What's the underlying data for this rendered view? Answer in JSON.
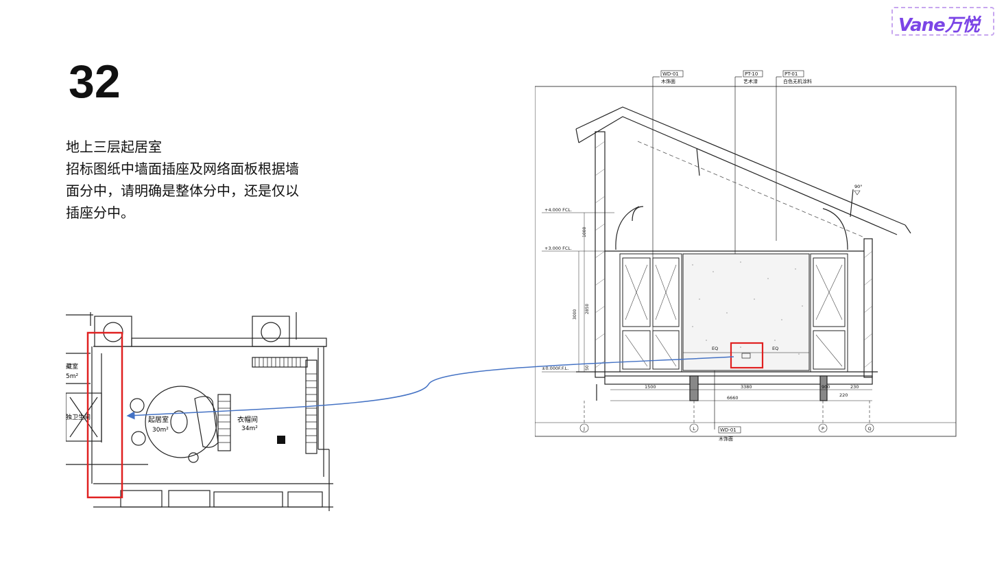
{
  "logo": {
    "text": "Vane万悦"
  },
  "page_number": "32",
  "description": {
    "lines": [
      "地上三层起居室",
      "招标图纸中墙面插座及网络面板根据墙",
      "面分中，请明确是整体分中，还是仅以",
      "插座分中。"
    ]
  },
  "plan": {
    "labels": {
      "storage": "藏室",
      "storage_area": "5m²",
      "bath": "独卫生间",
      "living": "起居室",
      "living_area": "30m²",
      "closet": "衣帽间",
      "closet_area": "34m²"
    }
  },
  "elevation": {
    "callouts": [
      {
        "code": "WD-01",
        "text": "木饰面"
      },
      {
        "code": "PT-10",
        "text": "艺术漆"
      },
      {
        "code": "PT-01",
        "text": "白色无机涂料"
      },
      {
        "code": "WD-01",
        "text": "木饰面"
      }
    ],
    "levels": [
      "+4.000 FCL.",
      "+3.000 FCL.",
      "±0.000F.F.L."
    ],
    "vertical_dims": [
      "1000",
      "3000",
      "2850",
      "50"
    ],
    "horizontal_dims": [
      "1500",
      "3380",
      "900",
      "230",
      "6660",
      "220"
    ],
    "grid_labels": [
      "J",
      "L",
      "P",
      "Q"
    ],
    "angle": "90°",
    "eq_marks": [
      "EQ",
      "EQ"
    ]
  },
  "colors": {
    "highlight": "#e02020",
    "arrow": "#4472c4",
    "logo": "#7b45e6"
  }
}
